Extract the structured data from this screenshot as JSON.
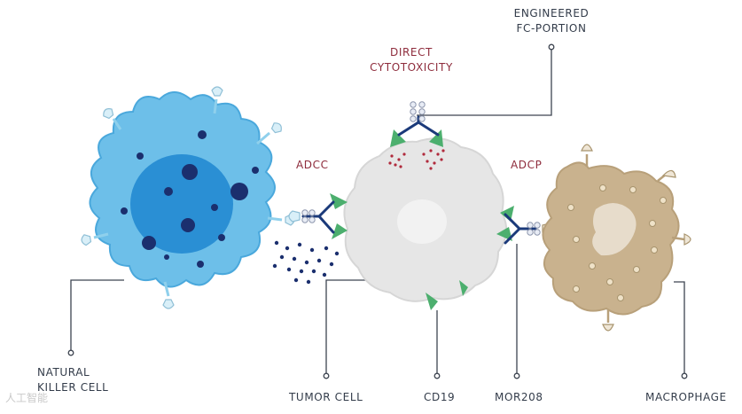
{
  "labels": {
    "engineered_fc_portion": [
      "ENGINEERED",
      "FC-PORTION"
    ],
    "direct_cytotoxicity": [
      "DIRECT",
      "CYTOTOXICITY"
    ],
    "adcc": "ADCC",
    "adcp": "ADCP",
    "natural_killer_cell": [
      "NATURAL",
      "KILLER CELL"
    ],
    "tumor_cell": "TUMOR CELL",
    "cd19": "CD19",
    "mor208": "MOR208",
    "macrophage": "MACROPHAGE"
  },
  "watermark": "人工智能",
  "colors": {
    "nk_cell": "#6dbfe9",
    "nk_nucleus": "#2a8fd4",
    "nk_granule": "#1b2f6e",
    "tumor_cell": "#e6e6e6",
    "cd19": "#4caf6e",
    "antibody": "#1b3a7a",
    "macrophage": "#c9b28e",
    "label_red": "#8e2c3c",
    "leader_line": "#3d4450"
  },
  "icons": [
    "nk-cell-icon",
    "tumor-cell-icon",
    "macrophage-icon",
    "antibody-icon",
    "cd19-receptor-icon",
    "fc-receptor-icon"
  ]
}
